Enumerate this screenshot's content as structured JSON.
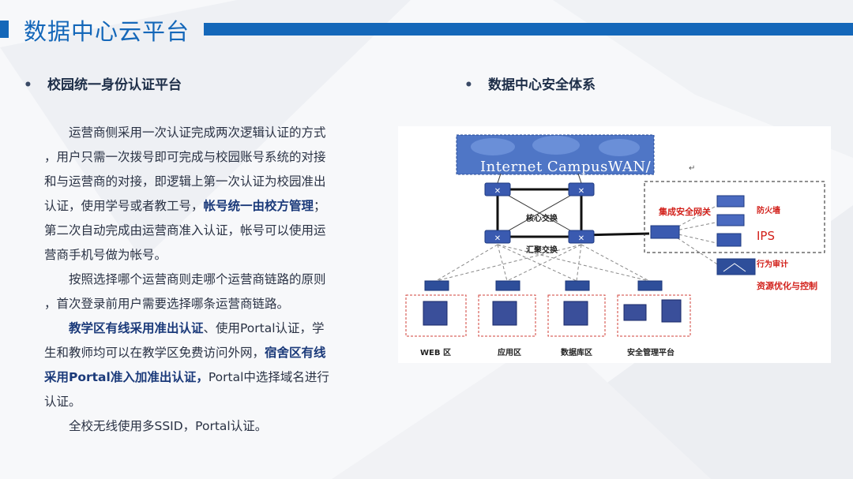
{
  "slide": {
    "title": "数据中心云平台",
    "theme_color": "#1467b9"
  },
  "left": {
    "bullet": "•",
    "heading": "校园统一身份认证平台",
    "p1_line1": "运营商侧采用一次认证完成两次逻辑认证的方式",
    "p1_line2": "，用户只需一次拨号即可完成与校园账号系统的对接",
    "p1_line3": "和与运营商的对接，即逻辑上第一次认证为校园准出",
    "p1_line4_a": "认证，使用学号或者教工号，",
    "p1_line4_b": "帐号统一由校方管理",
    "p1_line4_c": "；",
    "p1_line5": "第二次自动完成由运营商准入认证，帐号可以使用运",
    "p1_line6": "营商手机号做为帐号。",
    "p2_line1": "按照选择哪个运营商则走哪个运营商链路的原则",
    "p2_line2": "，首次登录前用户需要选择哪条运营商链路。",
    "p3_line1_a": "教学区有线采用准出认证",
    "p3_line1_b": "、使用Portal认证，学",
    "p3_line2_a": "生和教师均可以在教学区免费访问外网，",
    "p3_line2_b": "宿舍区有线",
    "p3_line3_a": "采用Portal准入加准出认证，",
    "p3_line3_b": "Portal中选择域名进行",
    "p3_line4": "认证。",
    "p4_line1": "全校无线使用多SSID，Portal认证。"
  },
  "right": {
    "bullet": "•",
    "heading": "数据中心安全体系",
    "diagram": {
      "cloud_text": "Internet CampusWAN/",
      "core_label": "核心交换",
      "agg_label": "汇聚交换",
      "gateway_label": "集成安全网关",
      "firewall_label": "防火墙",
      "ips_label": "IPS",
      "audit_label": "行为审计",
      "optimize_label": "资源优化与控制",
      "zone_web": "WEB 区",
      "zone_app": "应用区",
      "zone_db": "数据库区",
      "zone_sec": "安全管理平台",
      "return_mark": "↵"
    }
  }
}
